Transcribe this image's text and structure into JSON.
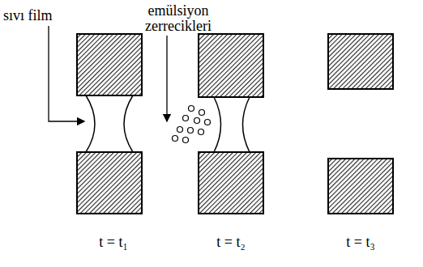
{
  "diagram": {
    "labels": [
      "sıvı film",
      "emülsiyon zerrecikleri",
      "t = t₁",
      "t = t₂",
      "t = t₃"
    ]
  }
}
